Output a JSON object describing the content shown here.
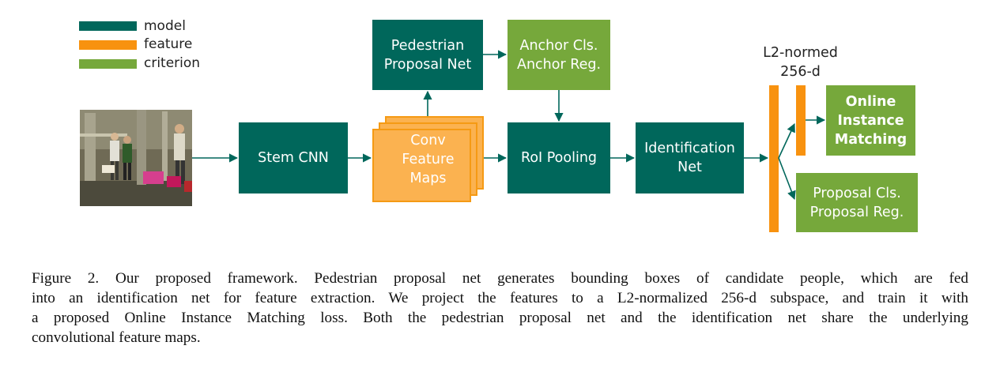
{
  "legend": [
    {
      "label": "model",
      "color": "#00675b"
    },
    {
      "label": "feature",
      "color": "#f8920f"
    },
    {
      "label": "criterion",
      "color": "#76a83b"
    }
  ],
  "blocks": {
    "stem_cnn": "Stem CNN",
    "conv_feature_maps": "Conv\nFeature\nMaps",
    "pedestrian_proposal_net": "Pedestrian\nProposal Net",
    "anchor_criterion": "Anchor Cls.\nAnchor Reg.",
    "roi_pooling": "RoI Pooling",
    "identification_net": "Identification\nNet",
    "online_instance_matching": "Online\nInstance\nMatching",
    "proposal_criterion": "Proposal Cls.\nProposal Reg."
  },
  "feature_label": "L2-normed\n256-d",
  "caption": [
    "Figure 2. Our proposed framework. Pedestrian proposal net generates bounding boxes of candidate people, which are fed",
    "into an identification net for feature extraction. We project the features to a L2-normalized 256-d subspace, and train it with",
    "a proposed Online Instance Matching loss. Both the pedestrian proposal net and the identification net share the underlying",
    "convolutional feature maps."
  ],
  "colors": {
    "model": "#00675b",
    "feature": "#f8920f",
    "criterion": "#76a83b",
    "arrow": "#00675b"
  }
}
